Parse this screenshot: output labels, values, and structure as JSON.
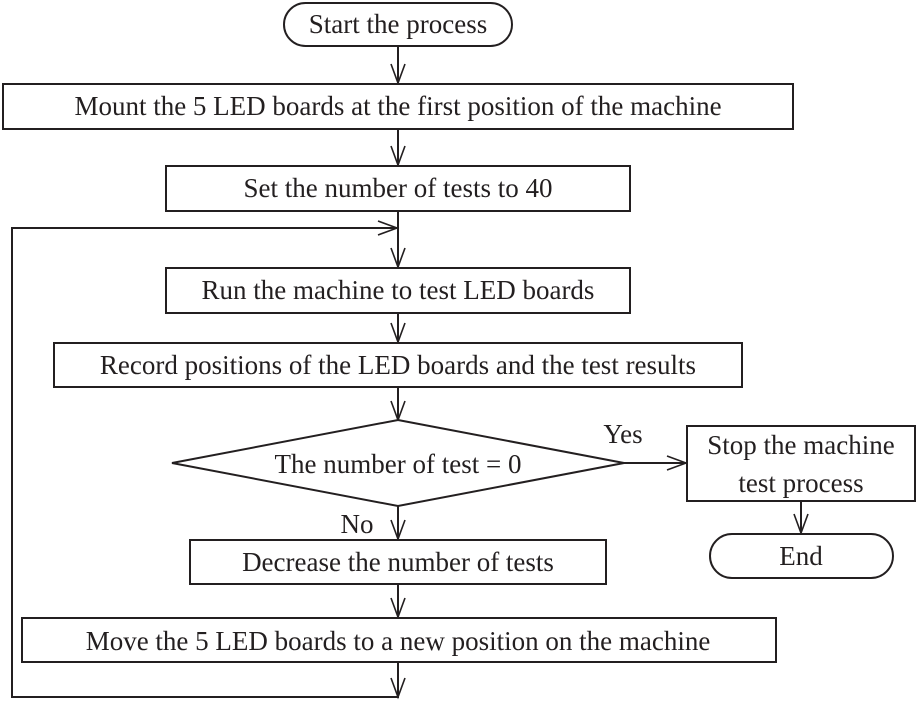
{
  "flowchart": {
    "start": "Start the process",
    "mount": "Mount the 5 LED boards at the first position of the machine",
    "set_tests": "Set the number of tests to 40",
    "run": "Run the machine to test LED boards",
    "record": "Record positions of the LED boards and the test results",
    "decision": "The number of test = 0",
    "yes_label": "Yes",
    "no_label": "No",
    "stop_line1": "Stop the machine",
    "stop_line2": "test process",
    "end": "End",
    "decrease": "Decrease the number of tests",
    "move": "Move the 5 LED boards to a new position on the machine"
  }
}
